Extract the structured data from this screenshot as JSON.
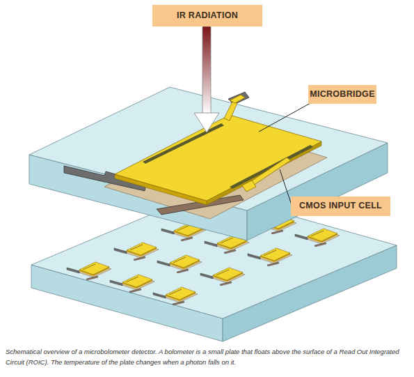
{
  "diagram": {
    "caption": "Schematical overview of a microbolometer detector. A bolometer is a small plate that floats above the surface of a Read Out Integrated Circuit (ROIC). The temperature of the plate changes when a photon falls on it.",
    "nodes": [
      {
        "text": [
          "IR RADIATION"
        ]
      },
      {
        "text": [
          "MICROBRIDGE"
        ]
      },
      {
        "text": [
          "CMOS INPUT CELL"
        ]
      }
    ]
  }
}
